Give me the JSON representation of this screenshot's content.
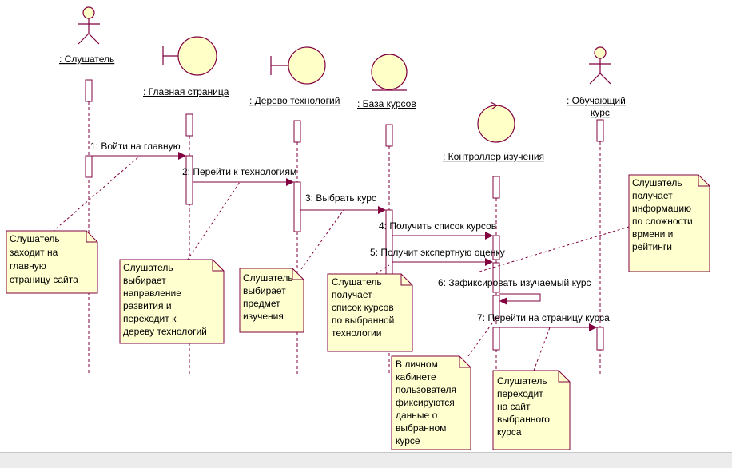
{
  "objects": [
    {
      "id": "listener",
      "label": ": Слушатель"
    },
    {
      "id": "main",
      "label": ": Главная страница"
    },
    {
      "id": "tree",
      "label": ": Дерево технологий"
    },
    {
      "id": "base",
      "label": ": База курсов"
    },
    {
      "id": "ctrl",
      "label": ": Контроллер изучения"
    },
    {
      "id": "course",
      "label_line1": ": Обучающий",
      "label_line2": "курс"
    }
  ],
  "messages": [
    {
      "text": "1: Войти на главную"
    },
    {
      "text": "2: Перейти к технологиям"
    },
    {
      "text": "3: Выбрать курс"
    },
    {
      "text": "4: Получить список курсов"
    },
    {
      "text": "5: Получит экспертную оценку"
    },
    {
      "text": "6: Зафиксировать изучаемый курс"
    },
    {
      "text": "7: Перейти на страницу курса"
    }
  ],
  "notes": [
    {
      "lines": [
        "Слушатель",
        "заходит на",
        "главную",
        "страницу сайта"
      ]
    },
    {
      "lines": [
        "Слушатель",
        "выбирает",
        "направление",
        "развития и",
        "переходит к",
        "дереву технологий"
      ]
    },
    {
      "lines": [
        "Слушатель",
        "выбирает",
        "предмет",
        "изучения"
      ]
    },
    {
      "lines": [
        "Слушатель",
        "получает",
        "список курсов",
        "по выбранной",
        "технологии"
      ]
    },
    {
      "lines": [
        "В личном",
        "кабинете",
        "пользователя",
        "фиксируются",
        "данные о",
        "выбранном",
        "курсе"
      ]
    },
    {
      "lines": [
        "Слушатель",
        "переходит",
        "на сайт",
        "выбранного",
        "курса"
      ]
    },
    {
      "lines": [
        "Слушатель",
        "получает",
        "информацию",
        "по сложности,",
        "врмени и",
        "рейтинги"
      ]
    }
  ],
  "colors": {
    "stroke": "#800040",
    "fill": "#ffffc8",
    "note_fill": "#ffffd0",
    "note_border": "#800040"
  }
}
